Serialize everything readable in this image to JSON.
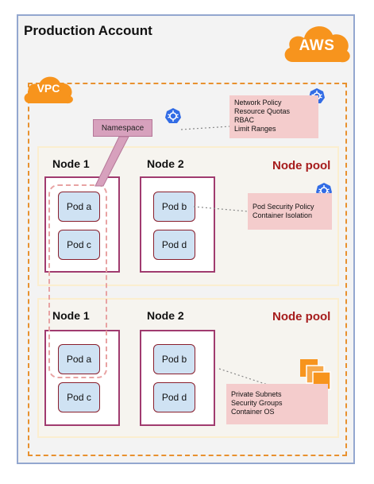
{
  "account": {
    "title": "Production Account",
    "provider_badge": "AWS",
    "brand_color": "#f7941d"
  },
  "vpc": {
    "label": "VPC"
  },
  "namespace": {
    "label": "Namespace"
  },
  "node_pools": [
    {
      "label": "Node pool",
      "nodes": [
        {
          "label": "Node 1",
          "pods": [
            "Pod a",
            "Pod c"
          ]
        },
        {
          "label": "Node 2",
          "pods": [
            "Pod b",
            "Pod d"
          ]
        }
      ]
    },
    {
      "label": "Node pool",
      "nodes": [
        {
          "label": "Node 1",
          "pods": [
            "Pod a",
            "Pod c"
          ]
        },
        {
          "label": "Node 2",
          "pods": [
            "Pod b",
            "Pod d"
          ]
        }
      ]
    }
  ],
  "notes": {
    "cluster_policies": [
      "Network Policy",
      "Resource Quotas",
      "RBAC",
      "Limit Ranges"
    ],
    "pod_policies": [
      "Pod Security Policy",
      "Container Isolation"
    ],
    "network": [
      "Private Subnets",
      "Security Groups",
      "Container OS"
    ]
  },
  "icons": {
    "kubernetes": "kubernetes-icon",
    "aws_instances": "aws-ec2-instances-icon"
  },
  "colors": {
    "node_border": "#a03b6f",
    "pod_fill": "#cfe2f3",
    "note_fill": "#f4cccc",
    "vpc_border": "#e8912f",
    "pool_label": "#a61c1c"
  }
}
